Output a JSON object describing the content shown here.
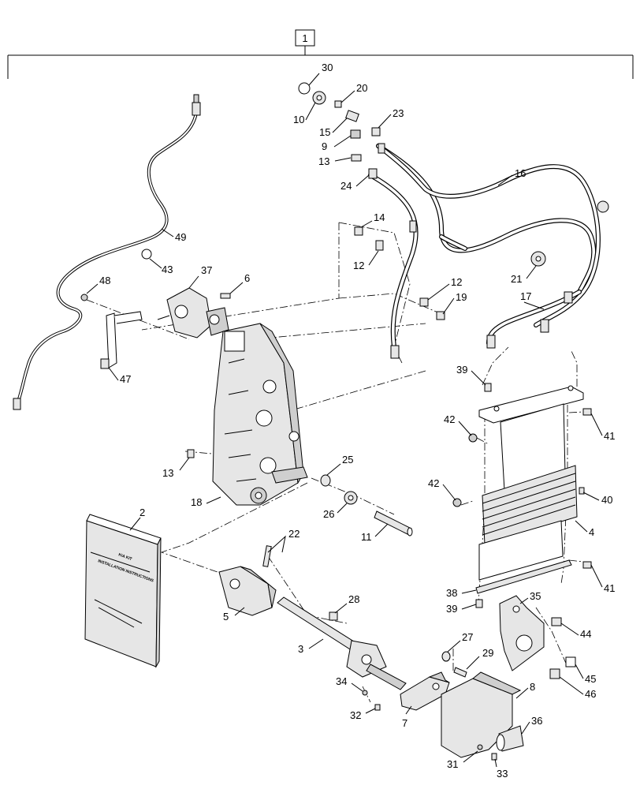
{
  "assembly": {
    "number": "1"
  },
  "manual": {
    "line1": "KIA KIT",
    "line2": "INSTALLATION INSTRUCTIONS"
  },
  "callouts": {
    "c1": "1",
    "c2": "2",
    "c3": "3",
    "c4": "4",
    "c5": "5",
    "c6": "6",
    "c7": "7",
    "c8": "8",
    "c9": "9",
    "c10": "10",
    "c11": "11",
    "c12a": "12",
    "c12b": "12",
    "c13a": "13",
    "c13b": "13",
    "c14": "14",
    "c15": "15",
    "c16": "16",
    "c17": "17",
    "c18": "18",
    "c19": "19",
    "c20": "20",
    "c21": "21",
    "c22": "22",
    "c23": "23",
    "c24": "24",
    "c25": "25",
    "c26": "26",
    "c27": "27",
    "c28": "28",
    "c29": "29",
    "c30": "30",
    "c31": "31",
    "c32": "32",
    "c33": "33",
    "c34": "34",
    "c35": "35",
    "c36": "36",
    "c37": "37",
    "c38": "38",
    "c39a": "39",
    "c39b": "39",
    "c40": "40",
    "c41a": "41",
    "c41b": "41",
    "c42a": "42",
    "c42b": "42",
    "c43": "43",
    "c44": "44",
    "c45": "45",
    "c46": "46",
    "c47": "47",
    "c48": "48",
    "c49": "49"
  }
}
